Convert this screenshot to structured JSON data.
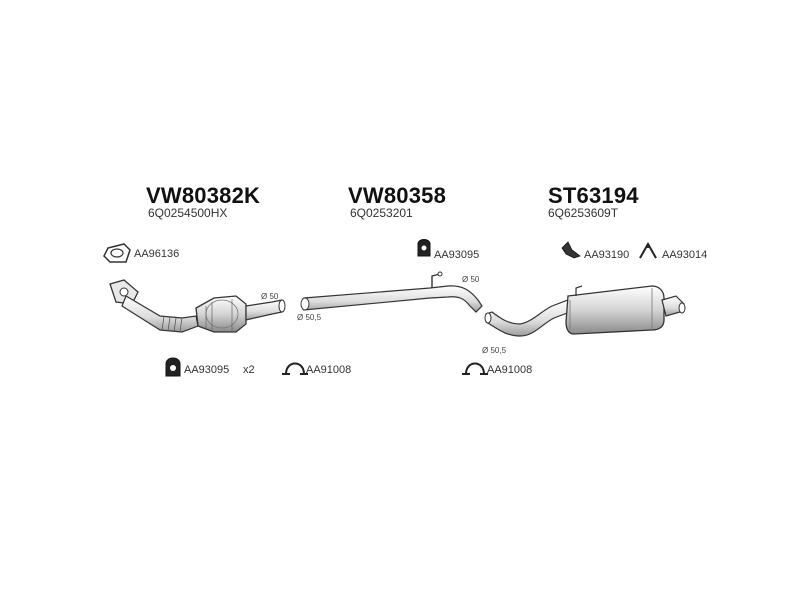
{
  "parts": [
    {
      "code": "VW80382K",
      "oe": "6Q0254500HX"
    },
    {
      "code": "VW80358",
      "oe": "6Q0253201"
    },
    {
      "code": "ST63194",
      "oe": "6Q6253609T"
    }
  ],
  "accessories": {
    "gasket": "AA96136",
    "hanger_pipe": "AA93095",
    "rubber_left": "AA93095",
    "rubber_left_qty": "x2",
    "clamp_left": "AA91008",
    "clamp_right": "AA91008",
    "bracket": "AA93190",
    "holder": "AA93014"
  },
  "dimensions": {
    "cat_outlet": "Ø 50",
    "pipe_inlet": "Ø 50,5",
    "pipe_outlet": "Ø 50",
    "muffler_inlet": "Ø 50,5"
  }
}
